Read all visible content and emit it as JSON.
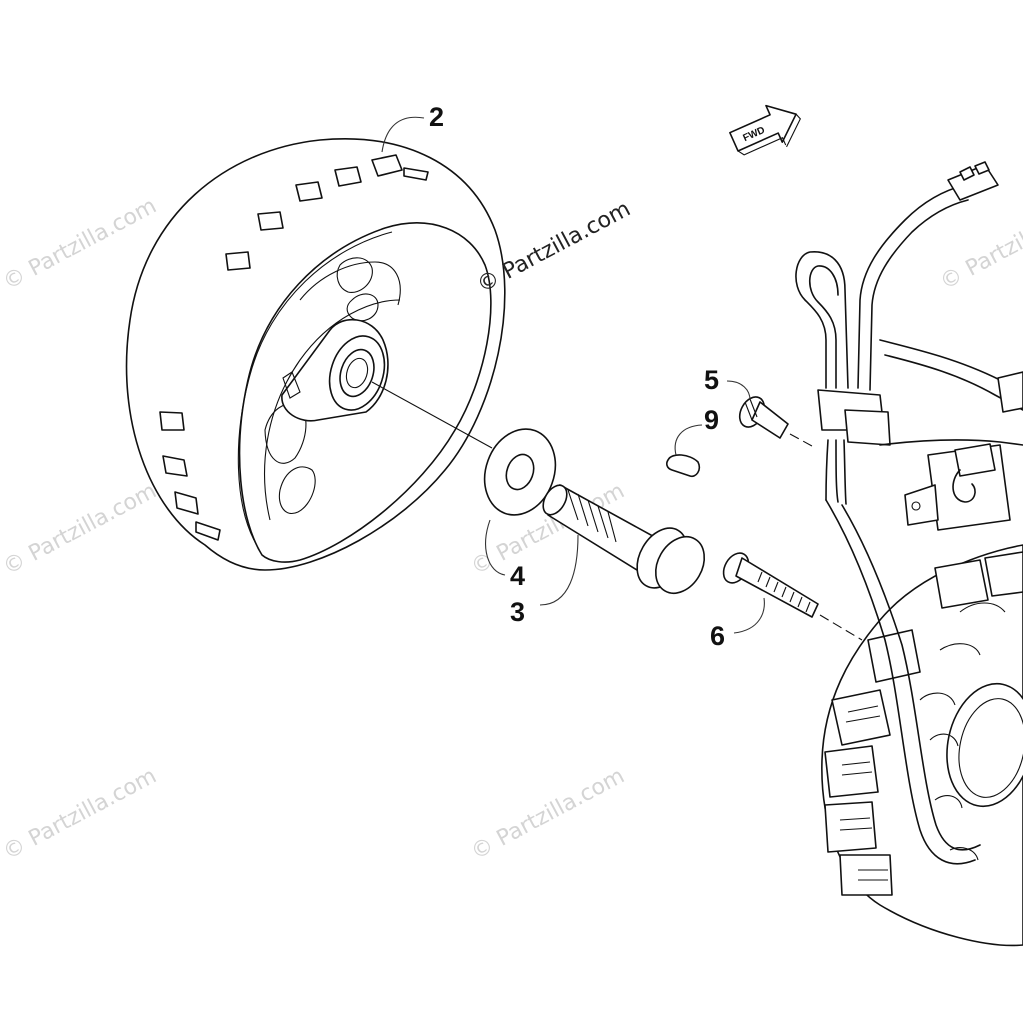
{
  "diagram": {
    "callouts": {
      "c2": "2",
      "c3": "3",
      "c4": "4",
      "c5": "5",
      "c6": "6",
      "c9": "9"
    },
    "fwd_label": "FWD",
    "watermark_center": "© Partzilla.com",
    "watermark_faint": "© Partzilla.com"
  }
}
